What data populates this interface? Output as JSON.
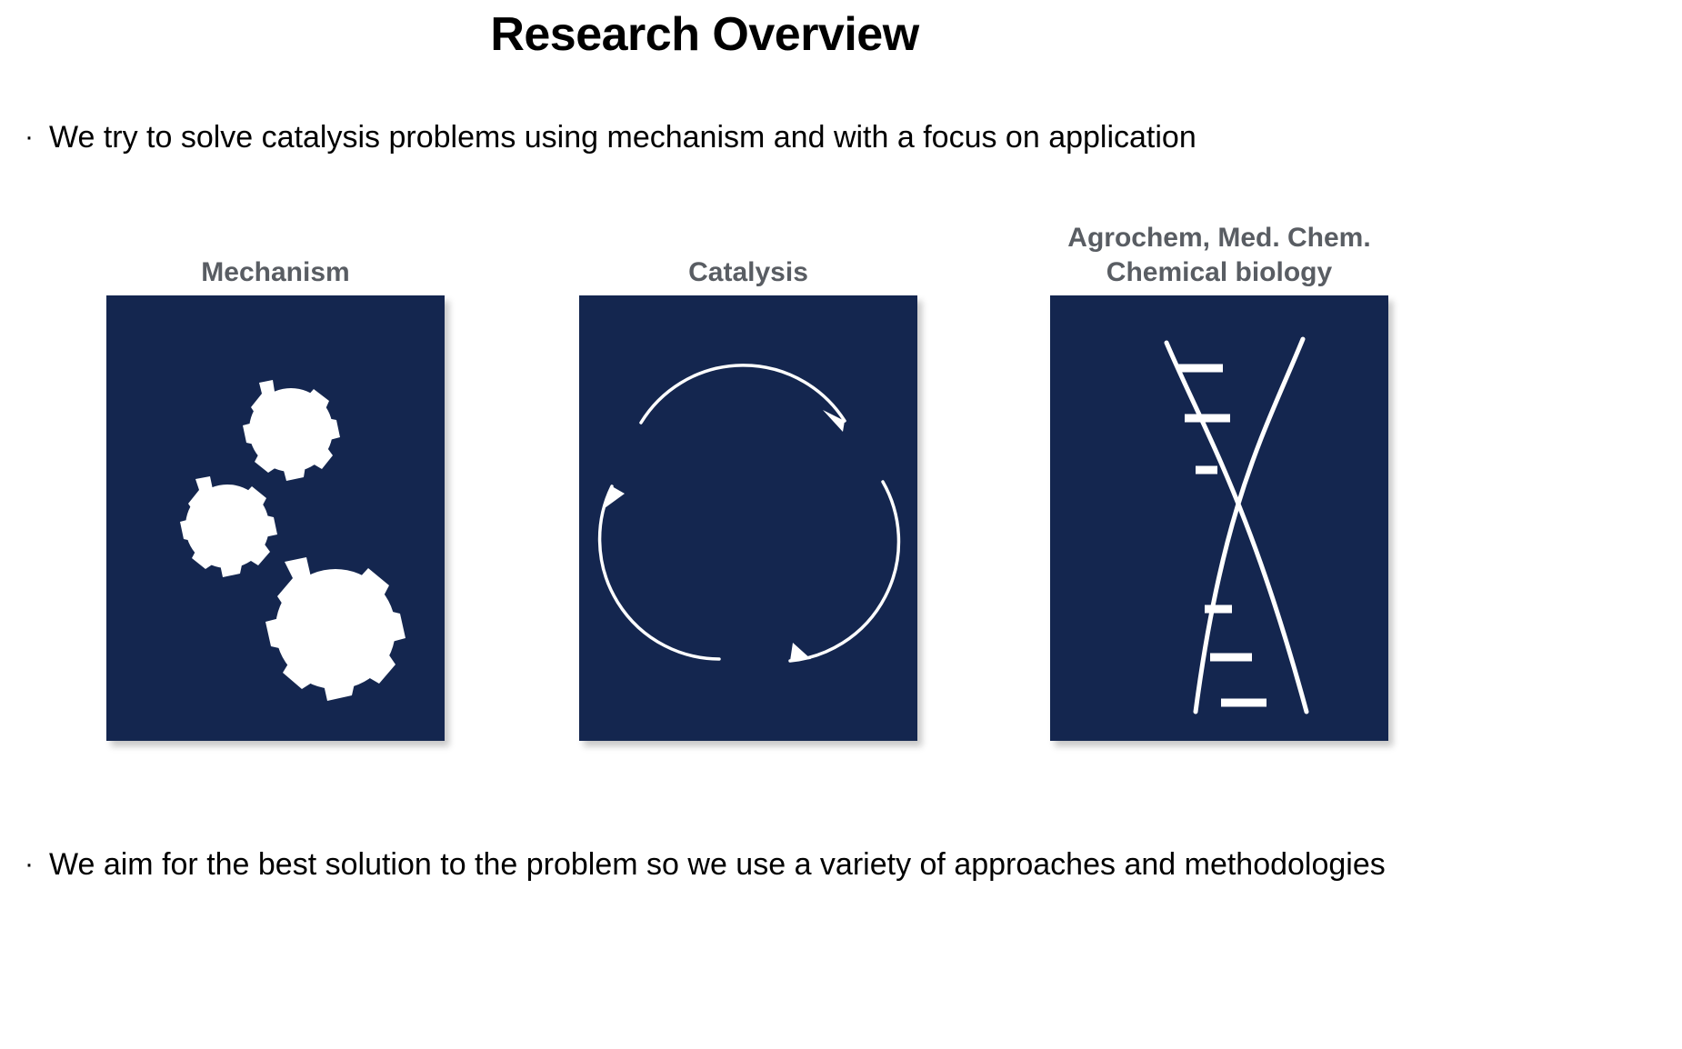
{
  "slide": {
    "title": "Research Overview",
    "bullet_marker": "·",
    "bullets": [
      "We try to solve catalysis problems using mechanism and with a focus on application",
      "We aim for the best solution to the problem so we use a variety of approaches and methodologies"
    ],
    "background_color": "#ffffff",
    "title_color": "#000000",
    "body_text_color": "#000000"
  },
  "panels": [
    {
      "heading_line1": "Mechanism",
      "heading_line2": "",
      "icon": "gears-icon",
      "art_background": "#14264f",
      "art_foreground": "#ffffff",
      "heading_color": "#595d63"
    },
    {
      "heading_line1": "Catalysis",
      "heading_line2": "",
      "icon": "catalytic-cycle-arrows-icon",
      "art_background": "#14264f",
      "art_foreground": "#ffffff",
      "heading_color": "#595d63"
    },
    {
      "heading_line1": "Agrochem, Med. Chem.",
      "heading_line2": "Chemical biology",
      "icon": "dna-helix-icon",
      "art_background": "#14264f",
      "art_foreground": "#ffffff",
      "heading_color": "#595d63"
    }
  ]
}
